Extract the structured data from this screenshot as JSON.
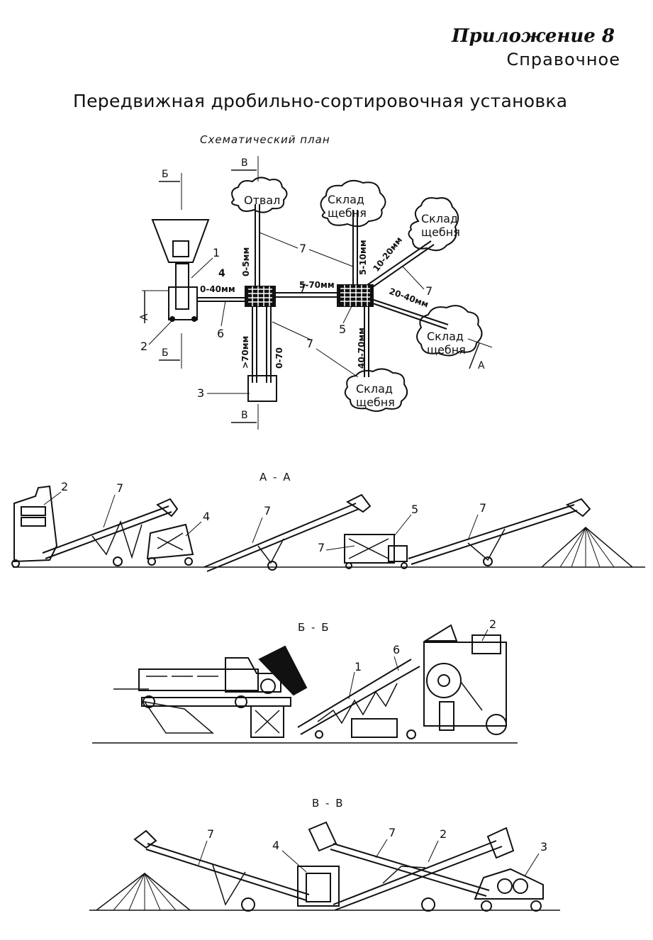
{
  "header": {
    "appendix": "Приложение 8",
    "reference": "Справочное"
  },
  "title": "Передвижная дробильно-сортировочная установка",
  "plan": {
    "caption": "Схематический план",
    "piles": [
      {
        "line1": "Отвал",
        "line2": ""
      },
      {
        "line1": "Склад",
        "line2": "щебня"
      },
      {
        "line1": "Склад",
        "line2": "щебня"
      },
      {
        "line1": "Склад",
        "line2": "щебня"
      },
      {
        "line1": "Склад",
        "line2": "щебня"
      }
    ],
    "fractions": {
      "f_0_5": "0-5мм",
      "f_5_10": "5-10мм",
      "f_10_20": "10-20мм",
      "f_20_40": "20-40мм",
      "f_40_70": "40-70мм",
      "f_5_70": "5-70мм",
      "f_0_40": "0-40мм",
      "f_gt70": ">70мм",
      "f_0_70": "0-70"
    },
    "numbers": {
      "n1": "1",
      "n2": "2",
      "n3": "3",
      "n4": "4",
      "n5": "5",
      "n6": "6",
      "n7a": "7",
      "n7b": "7",
      "n7c": "7",
      "n7d": "7"
    },
    "section_marks": {
      "a": "А",
      "b": "Б",
      "v": "В"
    }
  },
  "sections": {
    "aa": {
      "caption": "А - А",
      "labels": {
        "n2": "2",
        "n7a": "7",
        "n4": "4",
        "n7b": "7",
        "n5": "5",
        "n7c": "7",
        "n7d": "7"
      }
    },
    "bb": {
      "caption": "Б - Б",
      "labels": {
        "n2": "2",
        "n6": "6",
        "n1": "1"
      }
    },
    "vv": {
      "caption": "В - В",
      "labels": {
        "n7a": "7",
        "n4": "4",
        "n7b": "7",
        "n2": "2",
        "n3": "3"
      }
    }
  }
}
